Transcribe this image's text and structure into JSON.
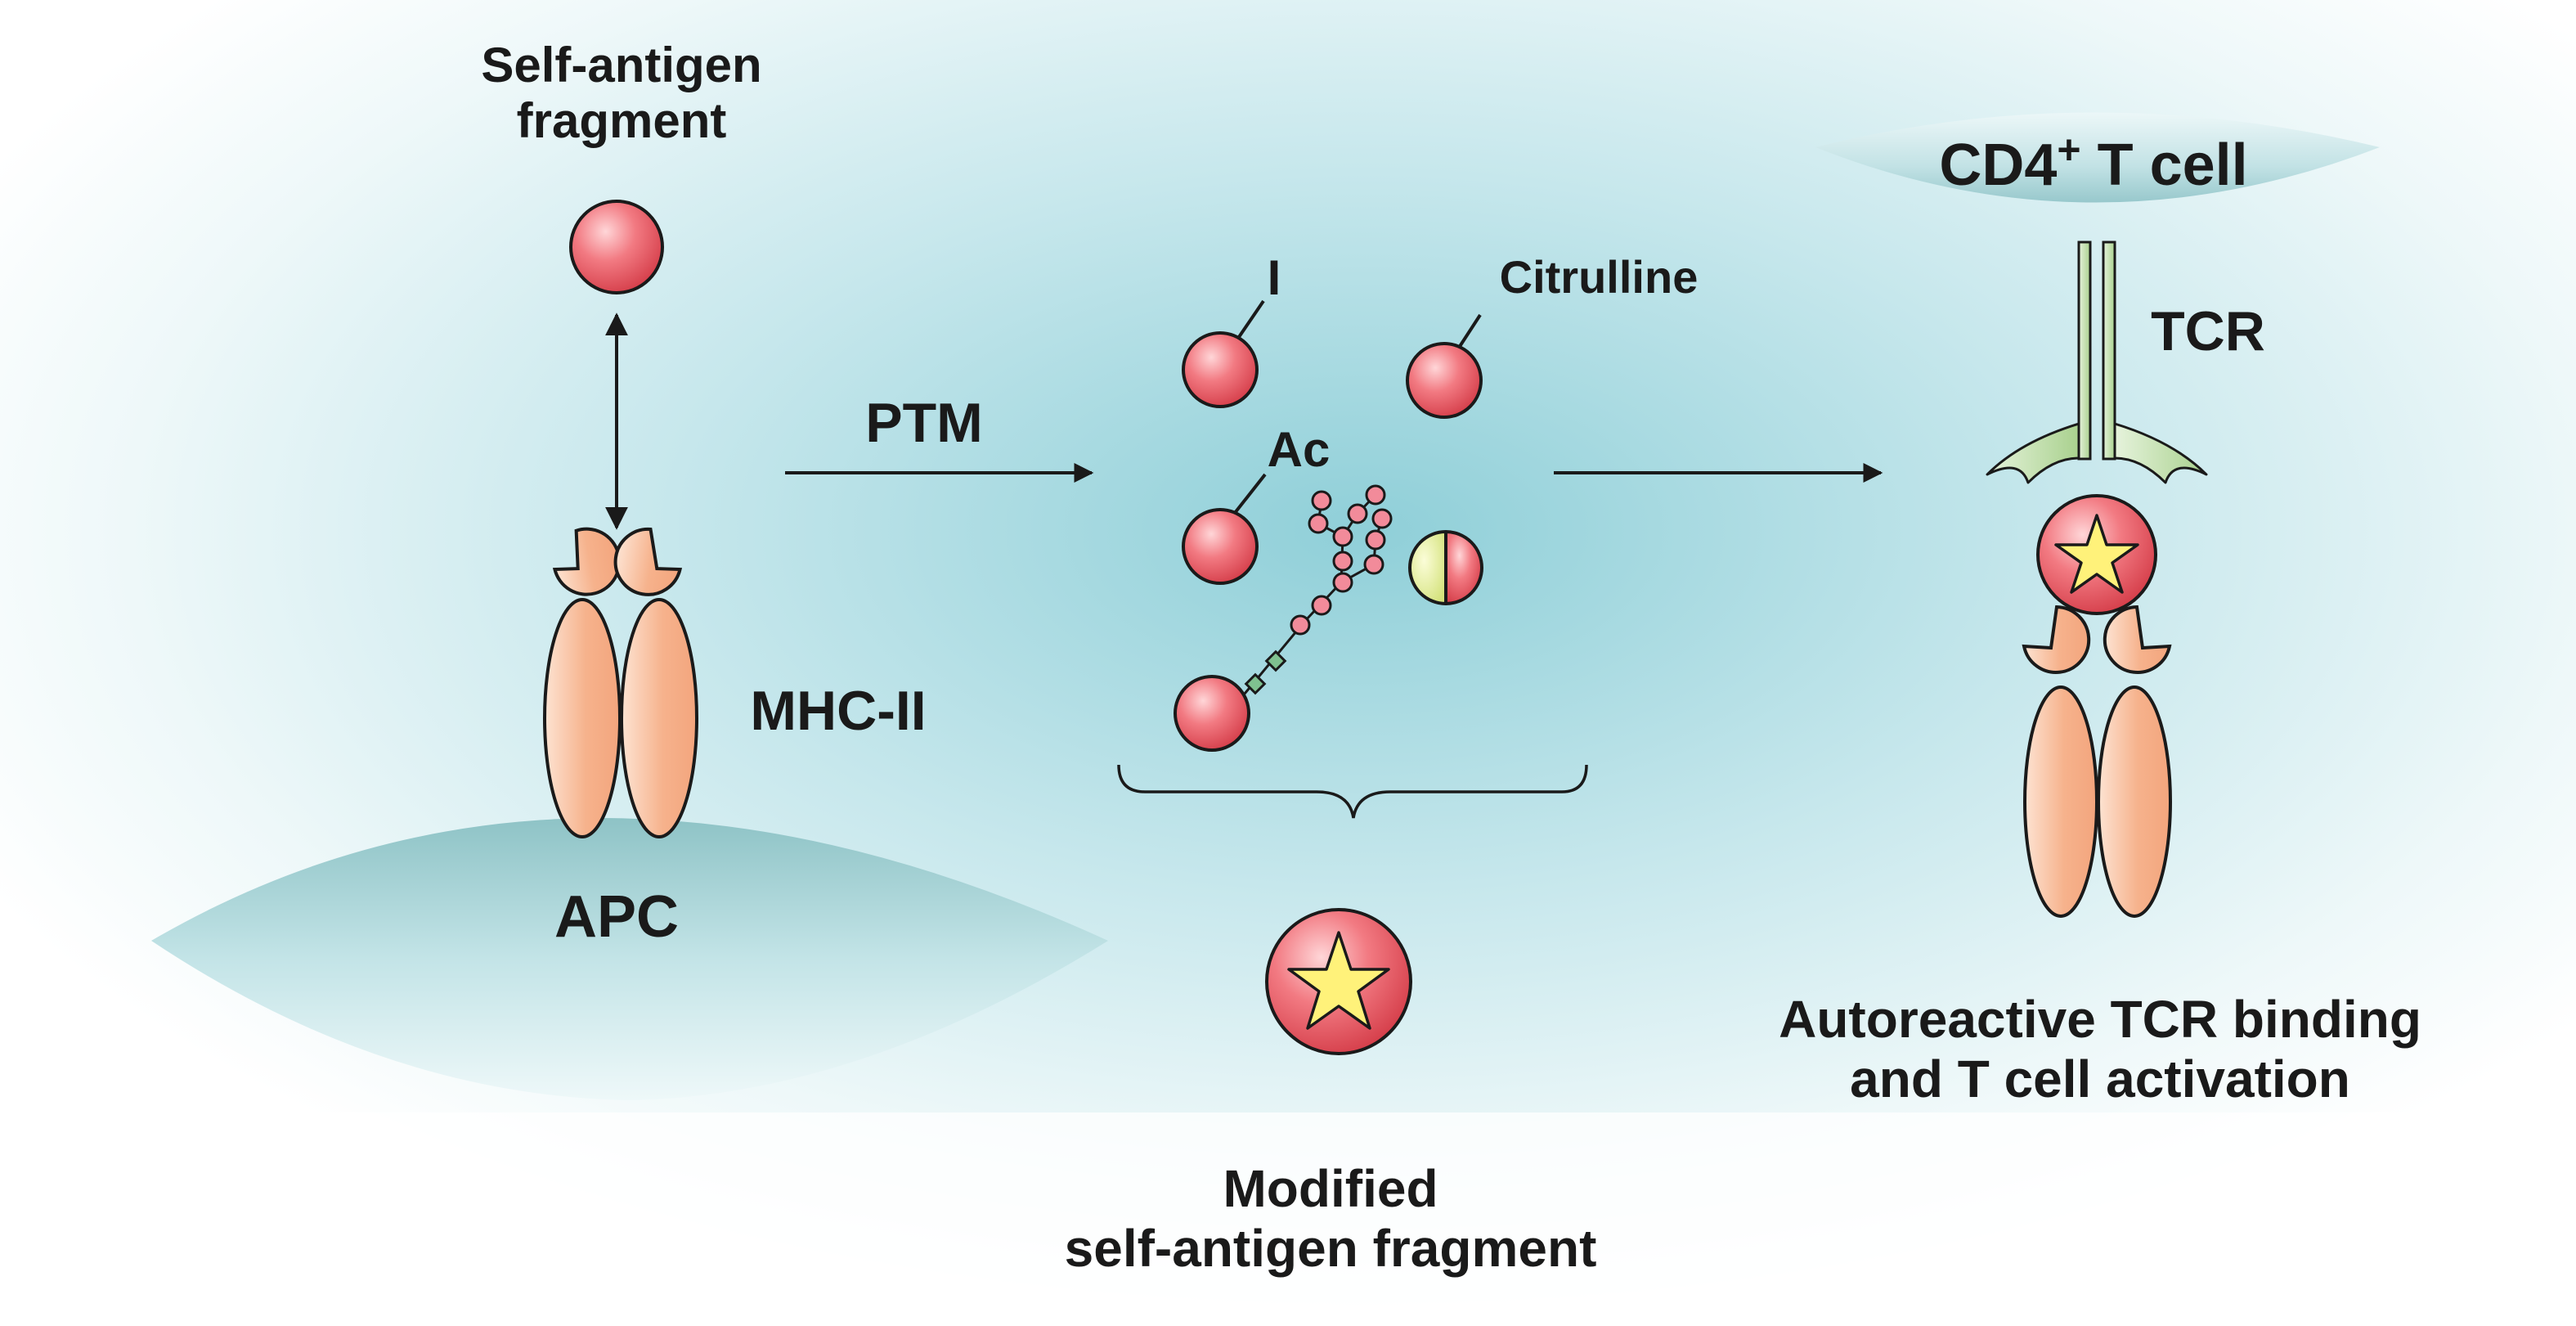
{
  "diagram": {
    "labels": {
      "self_antigen_line1": "Self-antigen",
      "self_antigen_line2": "fragment",
      "ptm": "PTM",
      "mhc": "MHC-II",
      "apc": "APC",
      "iodine": "I",
      "acetyl": "Ac",
      "citrulline": "Citrulline",
      "modified_line1": "Modified",
      "modified_line2": "self-antigen fragment",
      "tcell_prefix": "CD4",
      "tcell_sup": "+",
      "tcell_suffix": " T cell",
      "tcr": "TCR",
      "activation_line1": "Autoreactive TCR binding",
      "activation_line2": "and T cell activation"
    },
    "colors": {
      "antigen_red": "#e8505b",
      "antigen_highlight": "#ffd6d8",
      "mhc_peach": "#f6b28c",
      "tcr_green": "#b9dba0",
      "cell_teal": "#b7dfe3",
      "glycan_pink": "#f28b9a",
      "glycan_green": "#7fc190",
      "citrulline_yellow": "#e6ee9c",
      "star_yellow": "#fff27a"
    },
    "icons": [
      "star-icon",
      "glycan-chain-icon"
    ]
  }
}
